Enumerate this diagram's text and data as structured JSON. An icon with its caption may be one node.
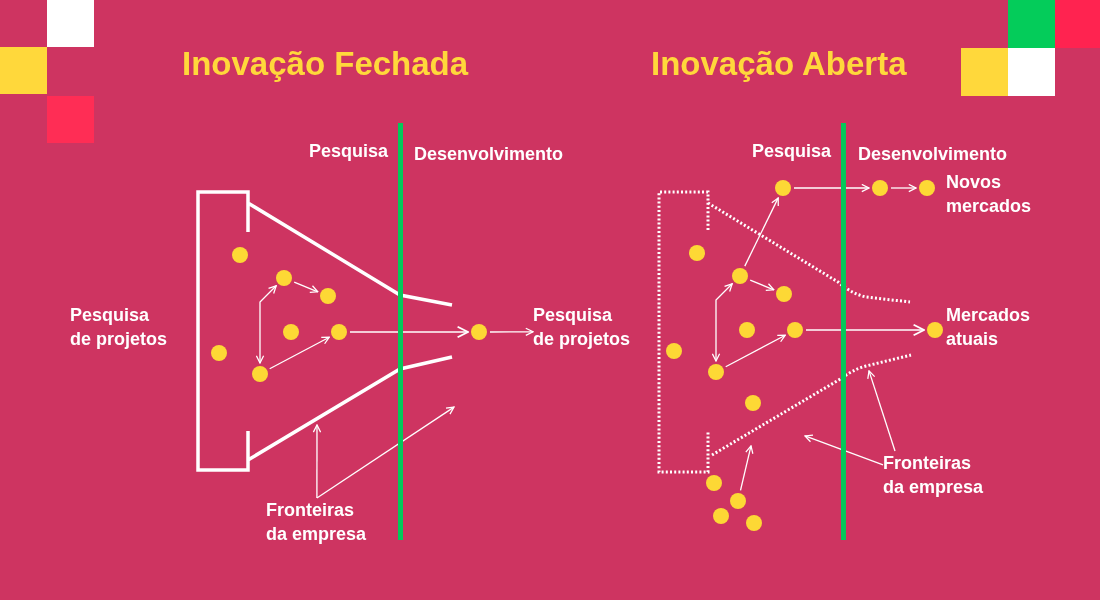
{
  "diagram": {
    "nodes": [
      {
        "text": [],
        "shape": "funnel"
      },
      {
        "text": [],
        "shape": "circle",
        "in": 0
      },
      {
        "text": [],
        "shape": "circle",
        "in": 0
      },
      {
        "text": [],
        "shape": "circle",
        "in": 0
      },
      {
        "text": [],
        "shape": "circle",
        "in": 0
      },
      {
        "text": [],
        "shape": "circle",
        "in": 0
      },
      {
        "text": [],
        "shape": "circle",
        "in": 0
      },
      {
        "text": [],
        "shape": "circle",
        "in": 0
      },
      {
        "text": [],
        "shape": "circle"
      },
      {
        "text": [
          "Pesquisa de projetos"
        ]
      },
      {
        "text": [
          "Fronteiras da empresa"
        ]
      },
      {
        "text": [],
        "shape": "funnel"
      },
      {
        "text": [],
        "shape": "circle"
      },
      {
        "text": [],
        "shape": "circle"
      },
      {
        "text": [],
        "shape": "circle",
        "beside": [
          "Novos mercados"
        ]
      },
      {
        "text": [],
        "shape": "circle",
        "in": 11
      },
      {
        "text": [],
        "shape": "circle",
        "in": 11
      },
      {
        "text": [],
        "shape": "circle",
        "in": 11
      },
      {
        "text": [],
        "shape": "circle",
        "in": 11
      },
      {
        "text": [],
        "shape": "circle",
        "in": 11
      },
      {
        "text": [],
        "shape": "circle",
        "beside": [
          "Mercados atuais"
        ]
      },
      {
        "text": [],
        "shape": "circle",
        "in": 11
      },
      {
        "text": [],
        "shape": "circle",
        "in": 11
      },
      {
        "text": [],
        "shape": "circle",
        "in": 11
      },
      {
        "text": [
          "Fronteiras da empresa"
        ]
      },
      {
        "text": [],
        "shape": "circle"
      },
      {
        "text": [],
        "shape": "circle"
      },
      {
        "text": [],
        "shape": "circle"
      },
      {
        "text": [],
        "shape": "circle"
      }
    ],
    "edges": [
      {
        "from": 2,
        "to": 3,
        "arrow": "to"
      },
      {
        "from": 7,
        "to": 2,
        "arrow": "both"
      },
      {
        "from": 7,
        "to": 5,
        "arrow": "to"
      },
      {
        "from": 5,
        "to": 8,
        "arrow": "to"
      },
      {
        "from": 8,
        "to": 9,
        "arrow": "to"
      },
      {
        "from": 10,
        "to": 0,
        "arrow": "to"
      },
      {
        "from": 10,
        "to": 0,
        "arrow": "to"
      },
      {
        "from": 16,
        "to": 12,
        "arrow": "to"
      },
      {
        "from": 16,
        "to": 17,
        "arrow": "to"
      },
      {
        "from": 22,
        "to": 16,
        "arrow": "both"
      },
      {
        "from": 22,
        "to": 19,
        "arrow": "to"
      },
      {
        "from": 19,
        "to": 20,
        "arrow": "to"
      },
      {
        "from": 12,
        "to": 13,
        "arrow": "to"
      },
      {
        "from": 13,
        "to": 14,
        "arrow": "to"
      },
      {
        "from": 26,
        "to": 11,
        "arrow": "to"
      },
      {
        "from": 24,
        "to": 11,
        "arrow": "to"
      },
      {
        "from": 24,
        "to": 11,
        "arrow": "to"
      }
    ],
    "labels": [
      "Inovação Fechada",
      "Inovação Aberta",
      "Pesquisa",
      "Desenvolvimento",
      "Pesquisa",
      "Desenvolvimento",
      "Pesquisa de projetos"
    ]
  }
}
